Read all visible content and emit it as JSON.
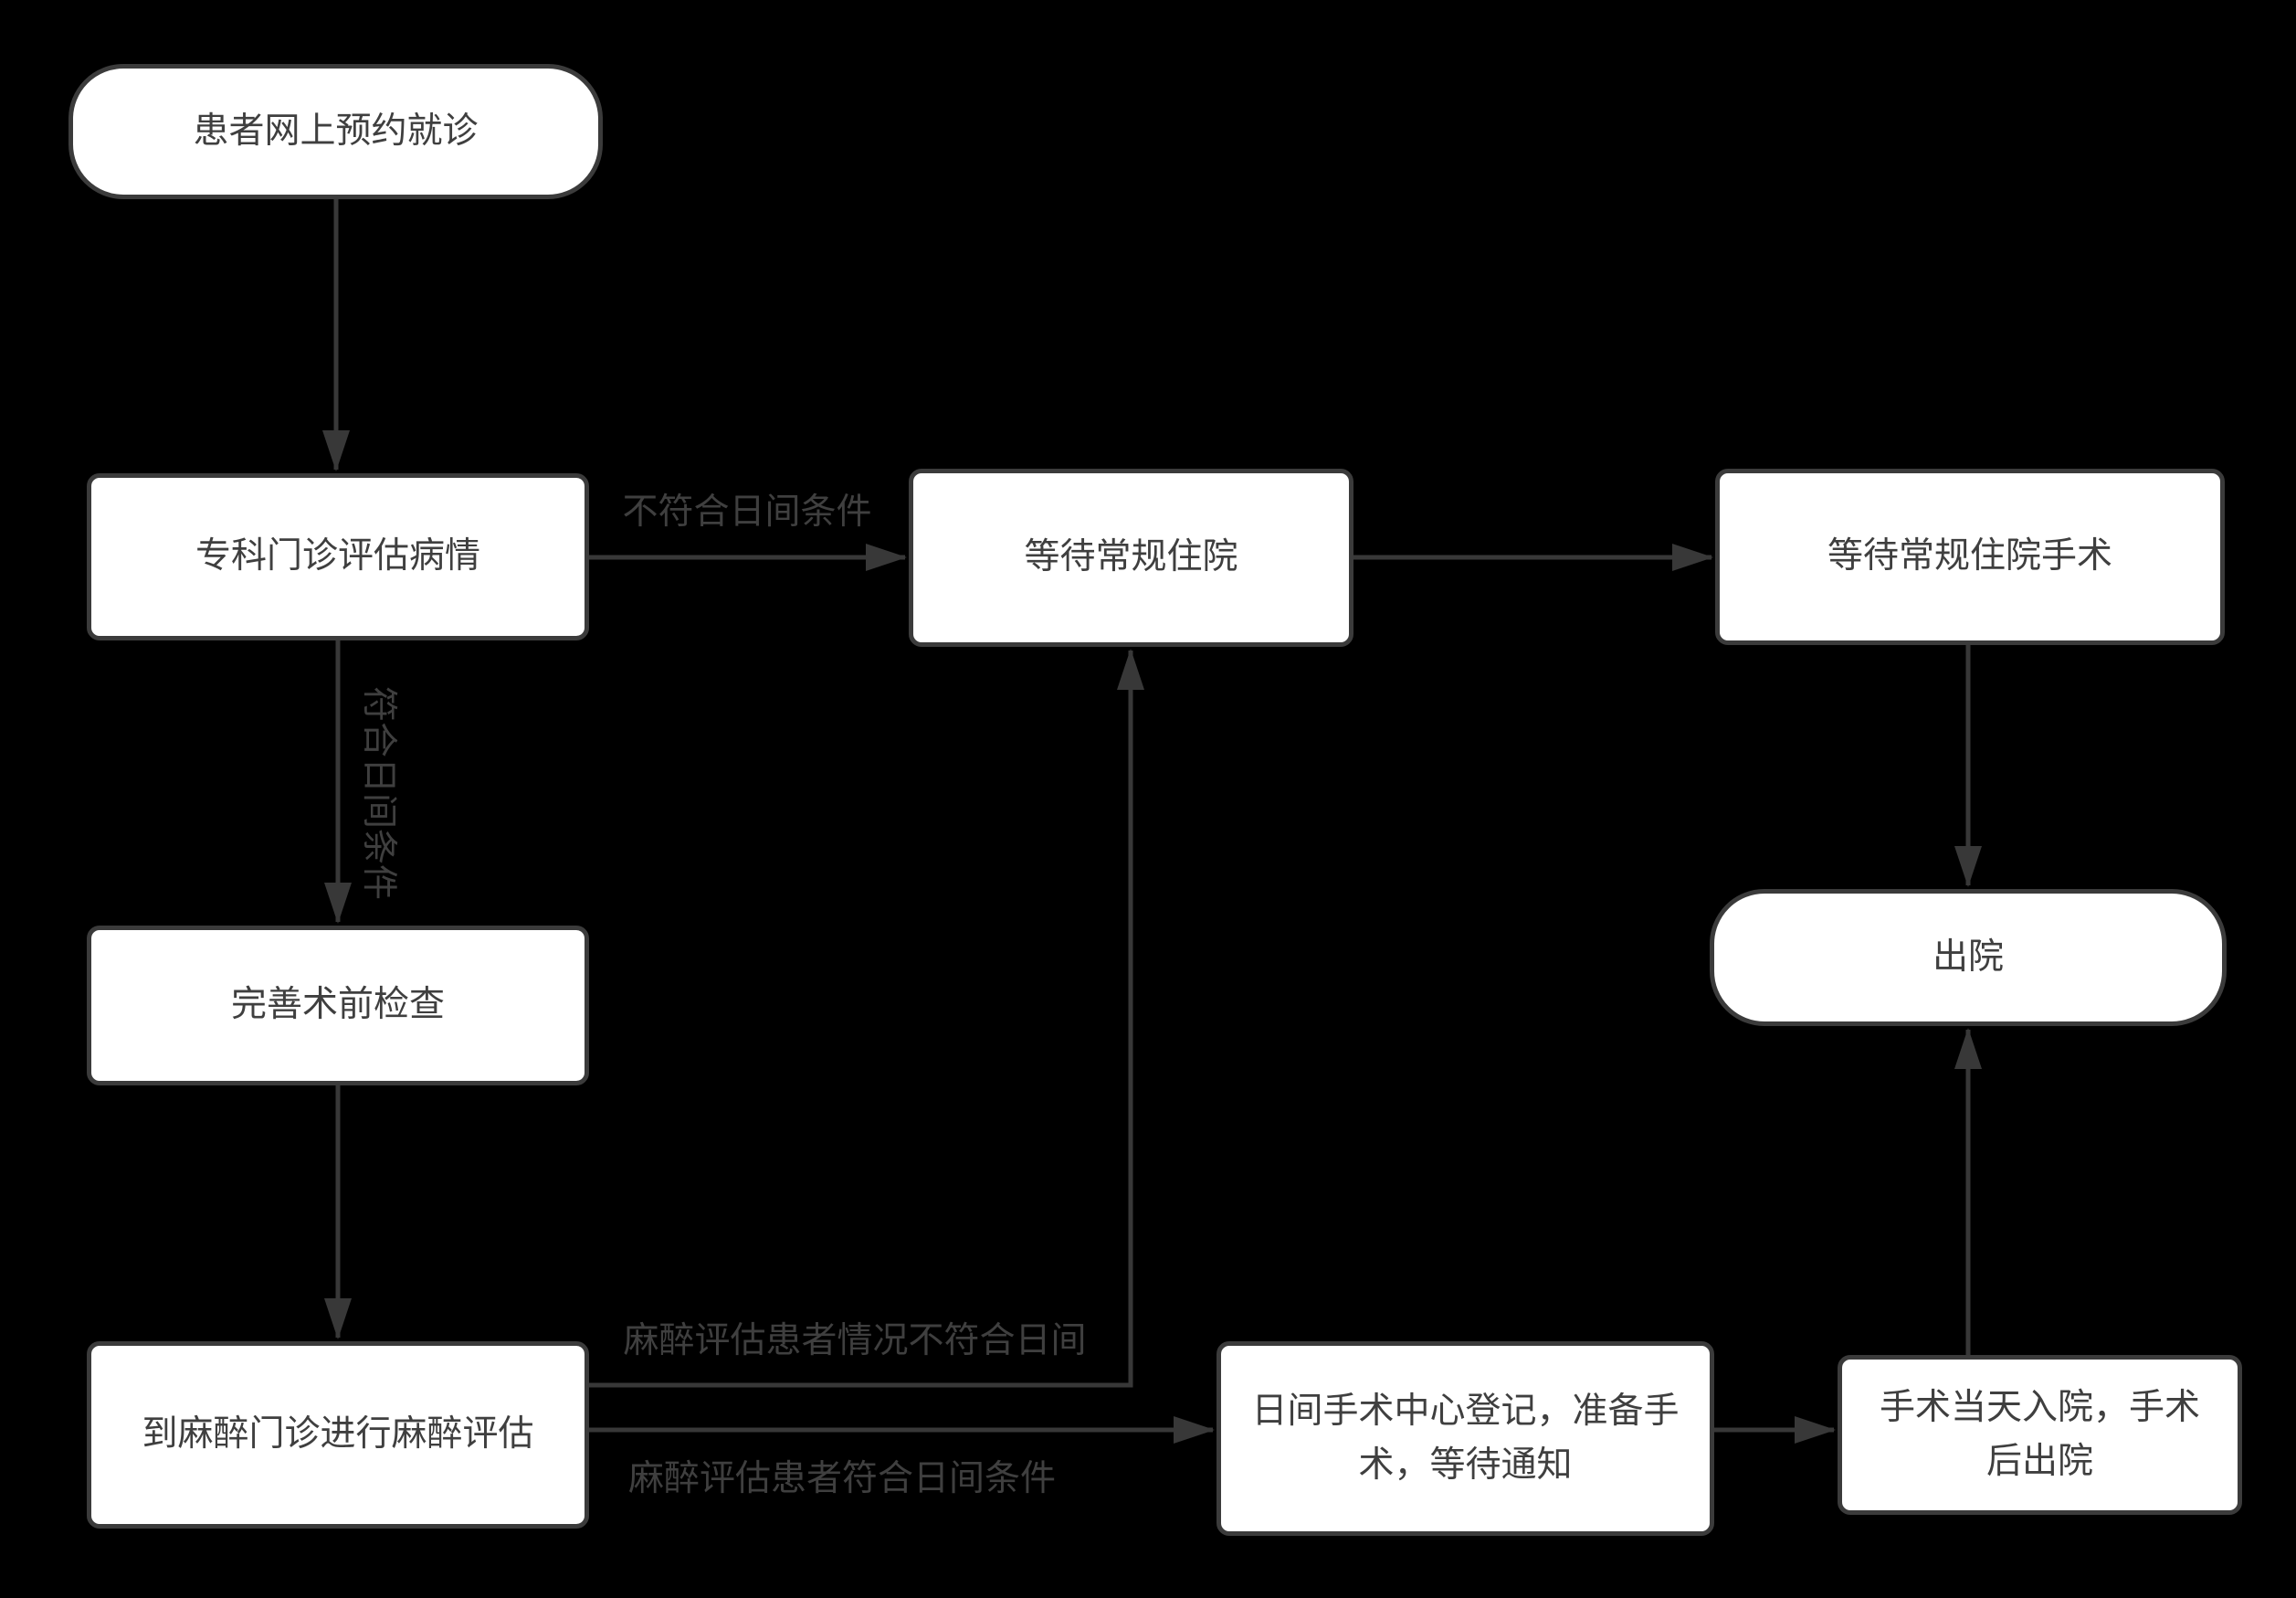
{
  "diagram": {
    "type": "flowchart",
    "background": "#000000",
    "colors": {
      "node_fill": "#ffffff",
      "node_border": "#3b3b3b",
      "node_text": "#3f3f3f",
      "edge": "#383838",
      "edge_label_text": "#3f3f3f"
    },
    "nodes": {
      "patient_booking": {
        "label": "患者网上预约就诊",
        "shape": "rounded"
      },
      "specialist_eval": {
        "label": "专科门诊评估病情",
        "shape": "rect"
      },
      "wait_regular": {
        "label": "等待常规住院",
        "shape": "rect"
      },
      "wait_regular_surgery": {
        "label": "等待常规住院手术",
        "shape": "rect"
      },
      "discharge": {
        "label": "出院",
        "shape": "rounded"
      },
      "preop_exam": {
        "label": "完善术前检查",
        "shape": "rect"
      },
      "anesthesia_eval": {
        "label": "到麻醉门诊进行麻醉评估",
        "shape": "rect"
      },
      "day_surgery_center": {
        "label": "日间手术中心登记，准备手术，等待通知",
        "shape": "rect"
      },
      "same_day_admission": {
        "label": "手术当天入院，手术后出院",
        "shape": "rect"
      }
    },
    "edge_labels": {
      "not_meet_day_criteria": "不符合日间条件",
      "meet_day_criteria": "符合日间条件",
      "anesthesia_not_meet_day": "麻醉评估患者情况不符合日间",
      "anesthesia_meet_day": "麻醉评估患者符合日间条件"
    },
    "edges": [
      {
        "from": "patient_booking",
        "to": "specialist_eval",
        "label": ""
      },
      {
        "from": "specialist_eval",
        "to": "wait_regular",
        "label": "不符合日间条件"
      },
      {
        "from": "specialist_eval",
        "to": "preop_exam",
        "label": "符合日间条件"
      },
      {
        "from": "wait_regular",
        "to": "wait_regular_surgery",
        "label": ""
      },
      {
        "from": "wait_regular_surgery",
        "to": "discharge",
        "label": ""
      },
      {
        "from": "preop_exam",
        "to": "anesthesia_eval",
        "label": ""
      },
      {
        "from": "anesthesia_eval",
        "to": "wait_regular",
        "label": "麻醉评估患者情况不符合日间"
      },
      {
        "from": "anesthesia_eval",
        "to": "day_surgery_center",
        "label": "麻醉评估患者符合日间条件"
      },
      {
        "from": "day_surgery_center",
        "to": "same_day_admission",
        "label": ""
      },
      {
        "from": "same_day_admission",
        "to": "discharge",
        "label": ""
      }
    ]
  }
}
